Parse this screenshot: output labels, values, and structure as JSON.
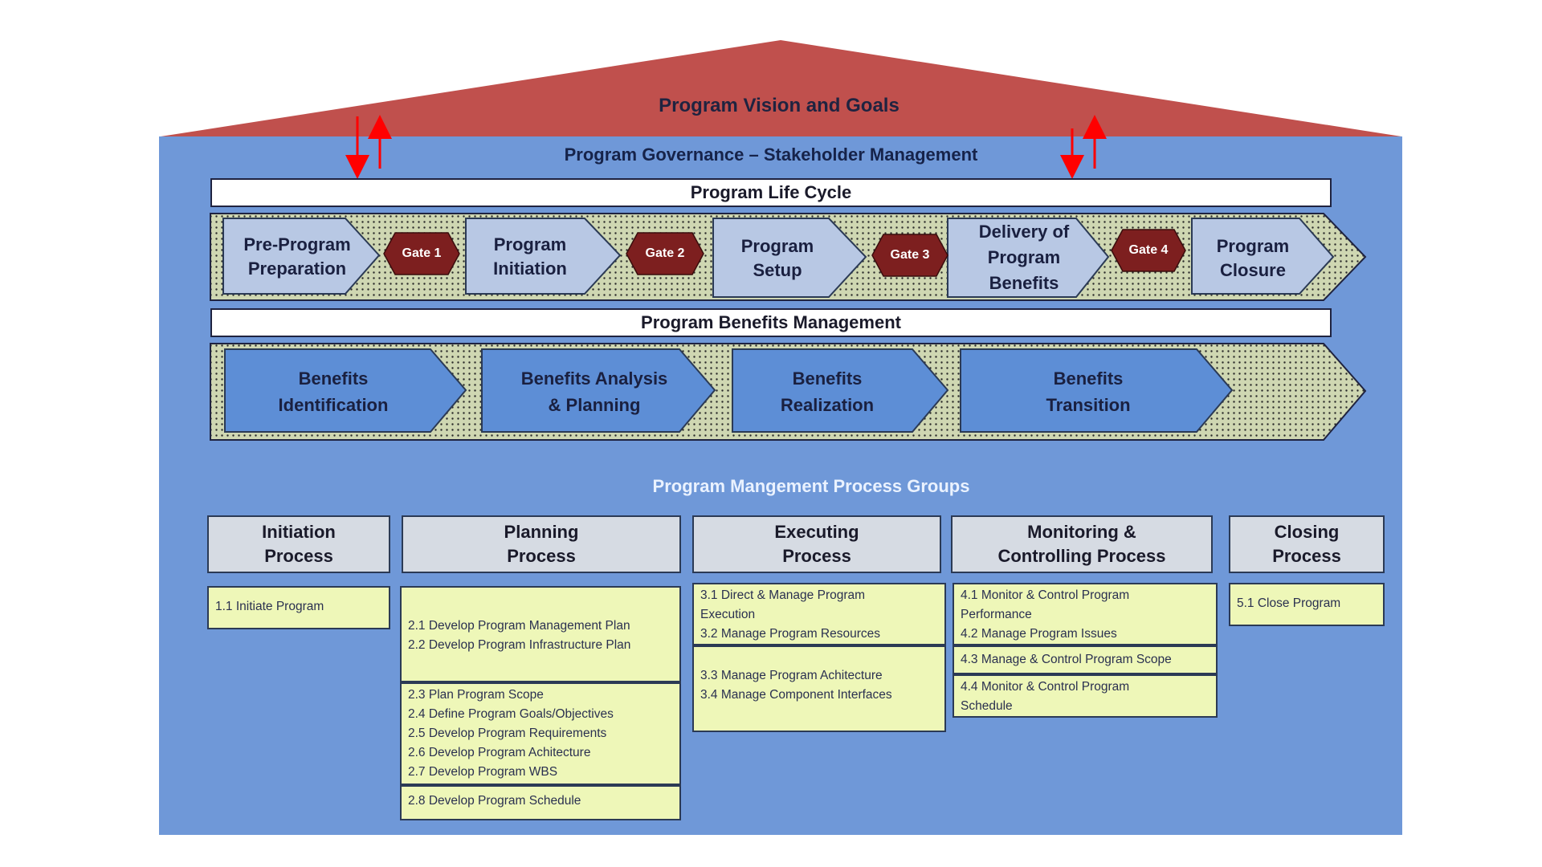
{
  "roof_title": "Program Vision and Goals",
  "governance_title": "Program Governance – Stakeholder Management",
  "life_cycle": {
    "banner": "Program Life Cycle",
    "phases": [
      {
        "label_line1": "Pre-Program",
        "label_line2": "Preparation"
      },
      {
        "label_line1": "Program",
        "label_line2": "Initiation"
      },
      {
        "label_line1": "Program",
        "label_line2": "Setup"
      },
      {
        "label_line1": "Delivery of",
        "label_line2": "Program",
        "label_line3": "Benefits"
      },
      {
        "label_line1": "Program",
        "label_line2": "Closure"
      }
    ],
    "gates": [
      "Gate 1",
      "Gate 2",
      "Gate 3",
      "Gate 4"
    ]
  },
  "benefits": {
    "banner": "Program Benefits Management",
    "phases": [
      {
        "label_line1": "Benefits",
        "label_line2": "Identification"
      },
      {
        "label_line1": "Benefits Analysis",
        "label_line2": "& Planning"
      },
      {
        "label_line1": "Benefits",
        "label_line2": "Realization"
      },
      {
        "label_line1": "Benefits",
        "label_line2": "Transition"
      }
    ]
  },
  "process_groups": {
    "title": "Program Mangement Process Groups",
    "groups": [
      {
        "header_line1": "Initiation",
        "header_line2": "Process"
      },
      {
        "header_line1": "Planning",
        "header_line2": "Process"
      },
      {
        "header_line1": "Executing",
        "header_line2": "Process"
      },
      {
        "header_line1": "Monitoring &",
        "header_line2": "Controlling Process"
      },
      {
        "header_line1": "Closing",
        "header_line2": "Process"
      }
    ],
    "initiation_items": [
      "1.1 Initiate Program"
    ],
    "planning_box1": [
      "2.1 Develop Program Management Plan",
      "2.2 Develop Program Infrastructure Plan"
    ],
    "planning_box2": [
      "2.3 Plan Program Scope",
      "2.4 Define Program Goals/Objectives",
      "2.5 Develop Program  Requirements",
      "2.6 Develop Program  Achitecture",
      "2.7 Develop Program WBS"
    ],
    "planning_box3": [
      "2.8 Develop Program Schedule"
    ],
    "executing_box1": [
      "3.1 Direct & Manage Program",
      "Execution",
      "3.2 Manage Program Resources"
    ],
    "executing_box2": [
      "3.3 Manage Program Achitecture",
      "3.4 Manage Component Interfaces"
    ],
    "monitoring_box1": [
      "4.1 Monitor & Control Program",
      "Performance",
      "4.2 Manage Program Issues"
    ],
    "monitoring_box2": [
      "4.3 Manage & Control Program Scope"
    ],
    "monitoring_box3": [
      "4.4 Monitor & Control Program",
      "Schedule"
    ],
    "closing_items": [
      "5.1 Close Program"
    ]
  },
  "colors": {
    "roof": "#c0504d",
    "house_body": "#6f98d8",
    "chevron_lifecycle": "#b8c8e4",
    "chevron_benefits": "#5d8ed6",
    "gate": "#7d1f1f",
    "process_box": "#eef7b8",
    "arrow": "#ff0000"
  }
}
